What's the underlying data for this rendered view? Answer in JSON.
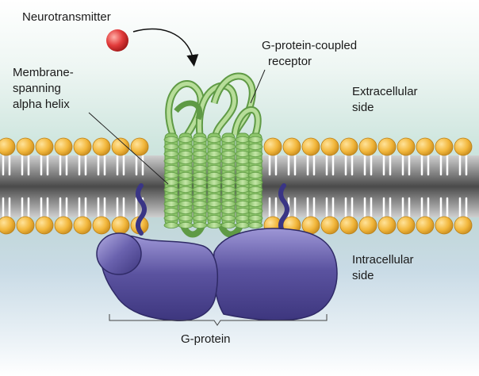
{
  "labels": {
    "neurotransmitter": "Neurotransmitter",
    "gpcr_line1": "G-protein-coupled",
    "gpcr_line2": "receptor",
    "membrane_line1": "Membrane-",
    "membrane_line2": "spanning",
    "membrane_line3": "alpha helix",
    "extracellular_line1": "Extracellular",
    "extracellular_line2": "side",
    "intracellular_line1": "Intracellular",
    "intracellular_line2": "side",
    "gprotein": "G-protein"
  },
  "colors": {
    "background_top": "#ffffff",
    "background_extracellular": "#cfe6df",
    "background_intracellular": "#c9dbe6",
    "lipid_head": "#f2b73c",
    "lipid_head_edge": "#b9801a",
    "membrane_core": "#6f6f6f",
    "receptor_green": "#9fcf7a",
    "receptor_dark": "#5f9a45",
    "gprotein": "#5b53a0",
    "gprotein_light": "#8f88c8",
    "neurotransmitter": "#e23b3b",
    "anchor": "#3a3585"
  }
}
